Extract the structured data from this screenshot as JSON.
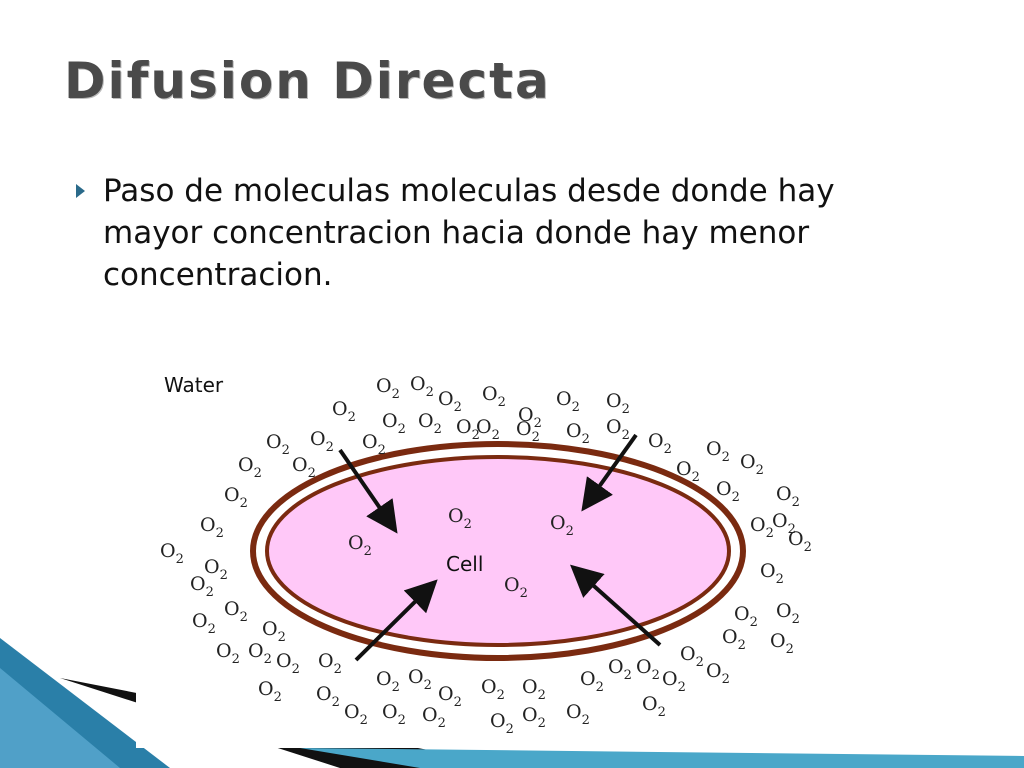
{
  "slide": {
    "title": "Difusion Directa",
    "bullets": [
      "Paso de moleculas moleculas desde donde hay mayor concentracion hacia donde hay menor concentracion."
    ]
  },
  "diagram": {
    "water_label": "Water",
    "cell_label": "Cell",
    "molecule": {
      "base": "O",
      "subscript": "2"
    },
    "colors": {
      "cell_fill": "#ffc8f8",
      "membrane": "#7a2a10",
      "arrow": "#111111",
      "accent": "#2a6a8a"
    }
  }
}
